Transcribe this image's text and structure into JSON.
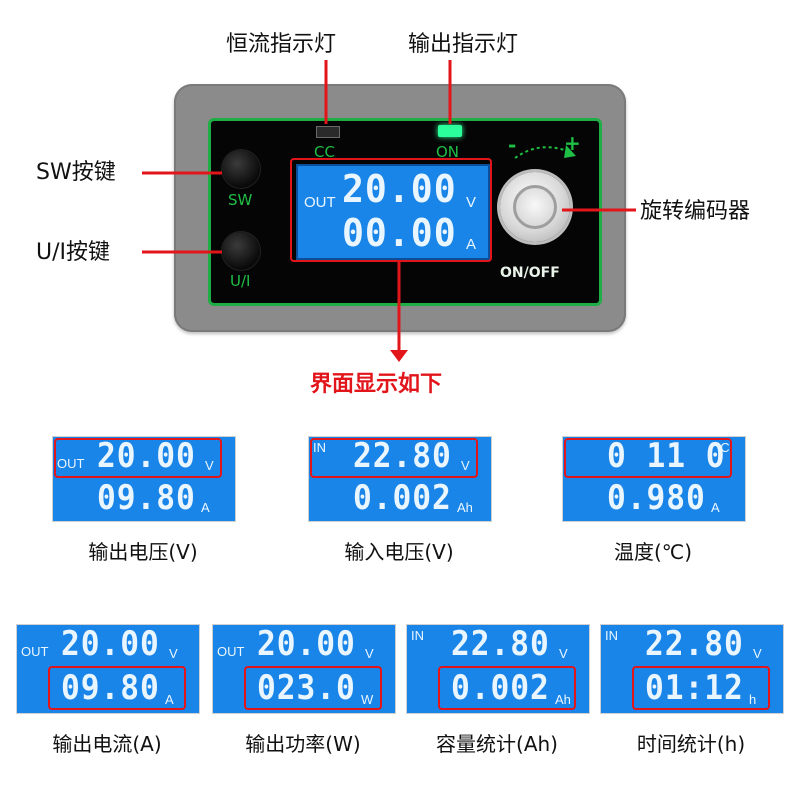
{
  "callouts": {
    "cc_indicator": "恒流指示灯",
    "output_indicator": "输出指示灯",
    "sw_key": "SW按键",
    "ui_key": "U/I按键",
    "encoder": "旋转编码器",
    "display_below": "界面显示如下"
  },
  "device": {
    "cc_label": "CC",
    "on_label": "ON",
    "sw_label": "SW",
    "ui_label": "U/I",
    "onoff_label": "ON/OFF",
    "minus": "-",
    "plus": "+",
    "main_display": {
      "top_tag": "OUT",
      "top_value": "20.00",
      "top_unit": "V",
      "bottom_value": "00.00",
      "bottom_unit": "A"
    }
  },
  "screens": [
    {
      "caption": "输出电压(V)",
      "top_tag": "OUT",
      "top_value": "20.00",
      "top_unit": "V",
      "bottom_value": "09.80",
      "bottom_unit": "A",
      "highlight": "top"
    },
    {
      "caption": "输入电压(V)",
      "top_tag": "IN",
      "top_value": "22.80",
      "top_unit": "V",
      "bottom_value": "0.002",
      "bottom_unit": "Ah",
      "highlight": "top"
    },
    {
      "caption": "温度(℃)",
      "top_tag": "",
      "top_value": "0 11 0",
      "top_unit": "°C",
      "bottom_value": "0.980",
      "bottom_unit": "A",
      "highlight": "top"
    },
    {
      "caption": "输出电流(A)",
      "top_tag": "OUT",
      "top_value": "20.00",
      "top_unit": "V",
      "bottom_value": "09.80",
      "bottom_unit": "A",
      "highlight": "bottom"
    },
    {
      "caption": "输出功率(W)",
      "top_tag": "OUT",
      "top_value": "20.00",
      "top_unit": "V",
      "bottom_value": "023.0",
      "bottom_unit": "W",
      "highlight": "bottom"
    },
    {
      "caption": "容量统计(Ah)",
      "top_tag": "IN",
      "top_value": "22.80",
      "top_unit": "V",
      "bottom_value": "0.002",
      "bottom_unit": "Ah",
      "highlight": "bottom"
    },
    {
      "caption": "时间统计(h)",
      "top_tag": "IN",
      "top_value": "22.80",
      "top_unit": "V",
      "bottom_value": "01:12",
      "bottom_unit": "h",
      "highlight": "bottom"
    }
  ],
  "colors": {
    "lcd_blue": "#1a85e8",
    "highlight_red": "#e2151b",
    "panel_green": "#1fae45",
    "case_gray": "#8b8b8b"
  }
}
